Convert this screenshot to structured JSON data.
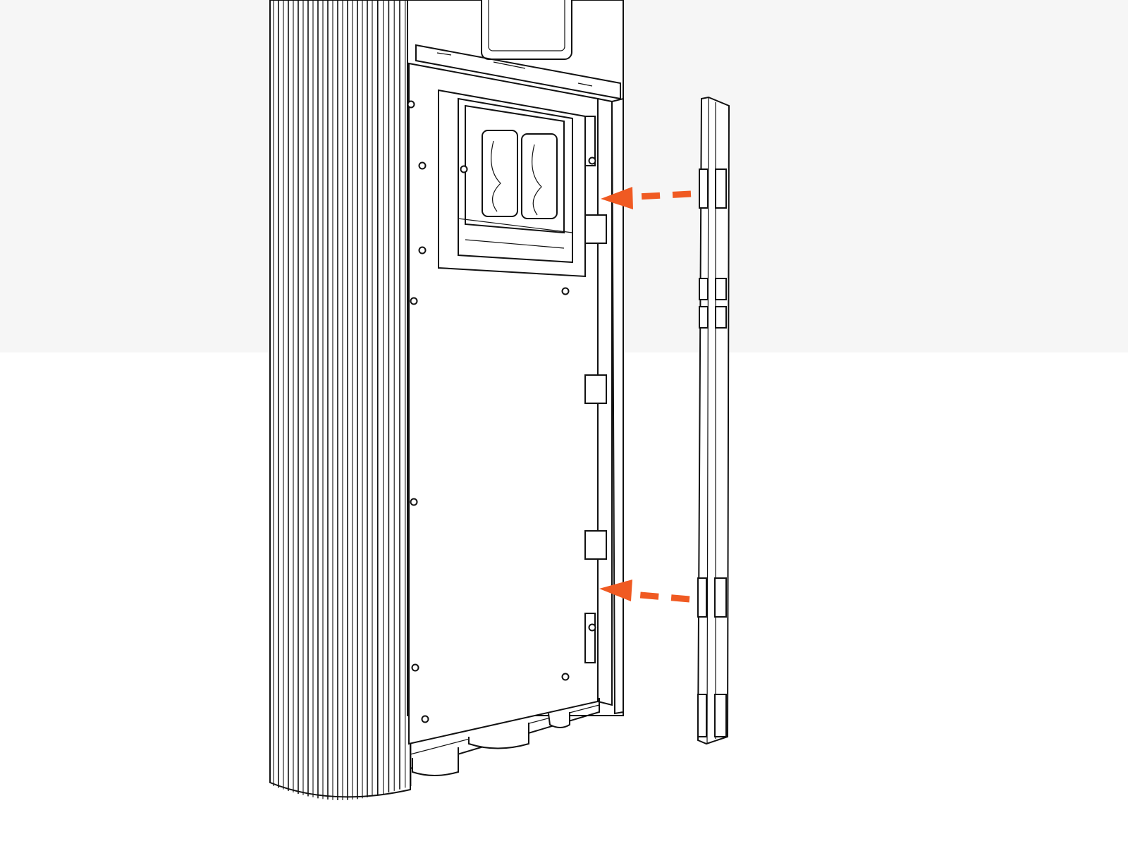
{
  "colors": {
    "background_wall": "#f6f6f6",
    "floor": "#ffffff",
    "line": "#111111",
    "arrow": "#f05a22"
  },
  "illustration": {
    "arrows": [
      {
        "name": "upper-insert-arrow",
        "direction": "left"
      },
      {
        "name": "lower-insert-arrow",
        "direction": "left"
      }
    ]
  }
}
